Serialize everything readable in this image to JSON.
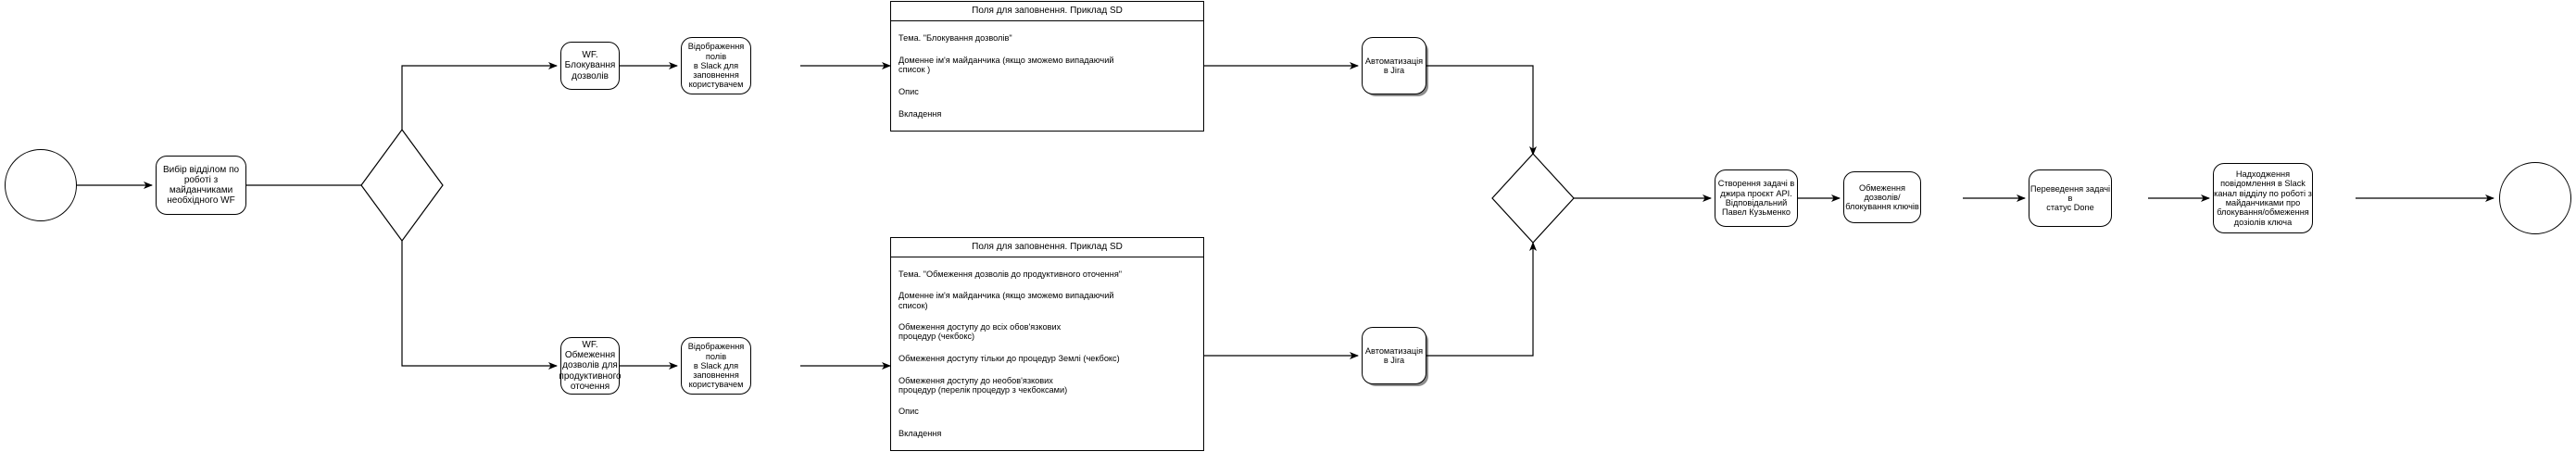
{
  "diagram": {
    "title": "Workflow: blocking / restricting permissions",
    "stroke_color": "#000000",
    "fill_color": "#ffffff"
  },
  "terminators": {
    "start_label": "",
    "end_label": ""
  },
  "nodes": {
    "select_wf": "Вибір відділом по\nроботі з\nмайданчиками\nнеобхідного WF",
    "gateway_split": "",
    "wf_block": "WF. Блокування\nдозволів",
    "wf_restrict": "WF. Обмеження\nдозволів для\nпродуктивного\nоточення",
    "slack_fields_top": "Відображення полів\nв Slack для\nзаповнення\nкористувачем",
    "slack_fields_bottom": "Відображення полів\nв Slack для\nзаповнення\nкористувачем",
    "jira_automation_top": "Автоматизація в Jira",
    "jira_automation_bottom": "Автоматизація в Jira",
    "gateway_merge": "",
    "create_task": "Створення задачі в\nджира проєкт API.\nВідповідальний\nПавел Кузьменко",
    "restrict_keys": "Обмеження\nдозволів/\nблокування ключів",
    "move_done": "Переведення задачі в\nстатус Done",
    "slack_notify": "Надходження\nповідомлення в Slack\nканал  відділу по роботі з\nмайданчиками про\nблокування/обмеження\nдозіолів ключа"
  },
  "note_top": {
    "title": "Поля для заповнення. Приклад SD",
    "lines": [
      "Тема. \"Блокування дозволів\"",
      "Доменне ім'я майданчика (якщо зможемо випадаючий\nсписок )",
      "Опис",
      "Вкладення"
    ]
  },
  "note_bottom": {
    "title": "Поля для заповнення. Приклад SD",
    "lines": [
      "Тема. \"Обмеження дозволів до продуктивного оточення\"",
      "Доменне ім'я майданчика (якщо зможемо випадаючий\nсписок)",
      "Обмеження доступу до всіх обов'язкових\nпроцедур (чекбокс)",
      "Обмеження доступу тільки до процедур Землі (чекбокс)",
      "Обмеження доступу до необов'язкових\nпроцедур (перелік процедур з чекбоксами)",
      "Опис",
      "Вкладення"
    ]
  }
}
